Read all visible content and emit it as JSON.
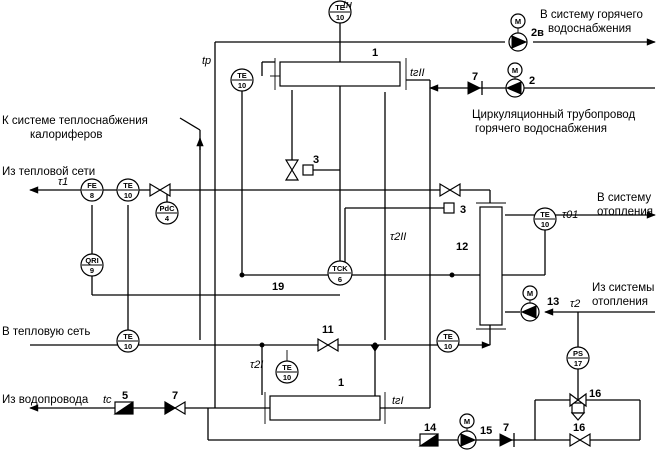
{
  "labels": {
    "hot_water_out_1": "В систему горячего",
    "hot_water_out_2": "водоснабжения",
    "recirc_1": "Циркуляционный трубопровод",
    "recirc_2": "горячего водоснабжения",
    "heaters_1": "К системе теплоснабжения",
    "heaters_2": "калориферов",
    "from_heat_network": "Из тепловой сети",
    "heating_out_1": "В систему",
    "heating_out_2": "отопления",
    "heating_in_1": "Из системы",
    "heating_in_2": "отопления",
    "to_heat_network": "В тепловую сеть",
    "from_water_main": "Из водопровода"
  },
  "instruments": [
    {
      "id": "te-top",
      "code": "TE",
      "num": "10"
    },
    {
      "id": "te-hx1",
      "code": "TE",
      "num": "10"
    },
    {
      "id": "fe",
      "code": "FE",
      "num": "8"
    },
    {
      "id": "te-supply",
      "code": "TE",
      "num": "10"
    },
    {
      "id": "pdc",
      "code": "PdC",
      "num": "4"
    },
    {
      "id": "te-heating",
      "code": "TE",
      "num": "10"
    },
    {
      "id": "qri",
      "code": "QRI",
      "num": "9"
    },
    {
      "id": "tck",
      "code": "TCK",
      "num": "6"
    },
    {
      "id": "te-return",
      "code": "TE",
      "num": "10"
    },
    {
      "id": "te-mid",
      "code": "TE",
      "num": "10"
    },
    {
      "id": "te-low",
      "code": "TE",
      "num": "10"
    },
    {
      "id": "ps",
      "code": "PS",
      "num": "17"
    }
  ],
  "numbers": {
    "hx1_top": "1",
    "pump_2b": "2в",
    "valve_7_top": "7",
    "pump_2": "2",
    "reg_3a": "3",
    "reg_3b": "3",
    "hx12": "12",
    "pump_13": "13",
    "line_19": "19",
    "valve_11": "11",
    "hx1_bottom": "1",
    "valve_16a": "16",
    "filter_5": "5",
    "valve_7_bottom": "7",
    "filter_14": "14",
    "pump_15": "15",
    "valve_7_lower": "7",
    "valve_16b": "16",
    "motor": "M"
  },
  "symbols": {
    "t_h": "tн",
    "t_r": "tр",
    "t_h2": "tгII",
    "tau1": "τ1",
    "tau2_2": "τ2II",
    "tau01": "τ01",
    "tau2": "τ2",
    "tau2_1": "τ2I",
    "t_h1": "tгI",
    "t_c": "tс"
  }
}
